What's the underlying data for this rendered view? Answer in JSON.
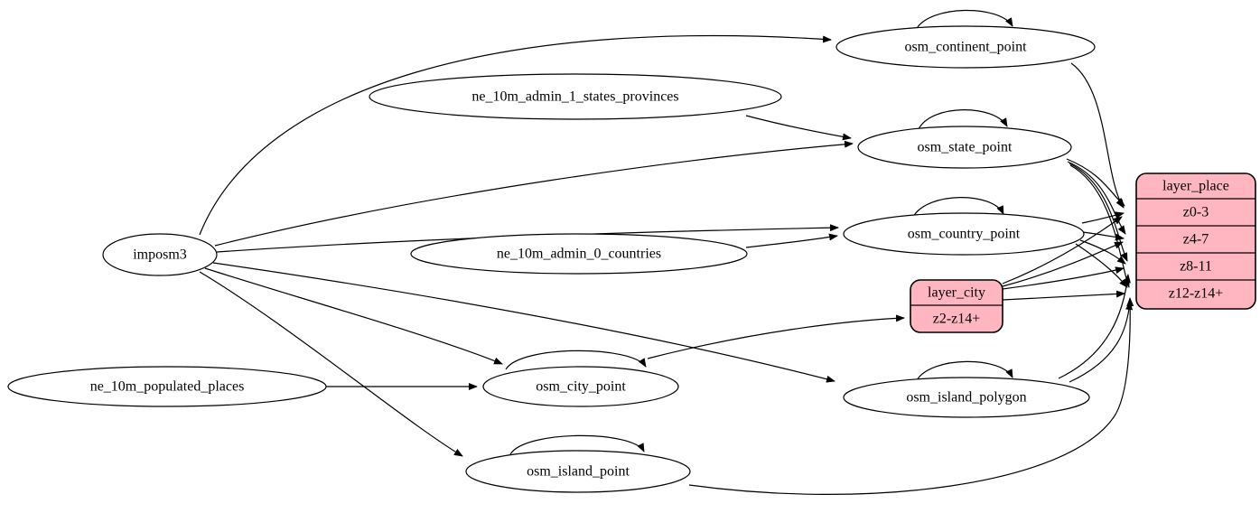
{
  "diagram": {
    "kind": "graphviz-etl-flow",
    "background": "#ffffff",
    "colors": {
      "table_fill": "#ffffff",
      "layer_fill": "#ffb6c1",
      "stroke": "#000000",
      "text": "#000000"
    },
    "nodes": [
      {
        "id": "imposm3",
        "label": "imposm3",
        "type": "source"
      },
      {
        "id": "ne_10m_admin_1_states_provinces",
        "label": "ne_10m_admin_1_states_provinces",
        "type": "source"
      },
      {
        "id": "ne_10m_admin_0_countries",
        "label": "ne_10m_admin_0_countries",
        "type": "source"
      },
      {
        "id": "ne_10m_populated_places",
        "label": "ne_10m_populated_places",
        "type": "source"
      },
      {
        "id": "osm_continent_point",
        "label": "osm_continent_point",
        "type": "table",
        "self_loop": true
      },
      {
        "id": "osm_state_point",
        "label": "osm_state_point",
        "type": "table",
        "self_loop": true
      },
      {
        "id": "osm_country_point",
        "label": "osm_country_point",
        "type": "table",
        "self_loop": true
      },
      {
        "id": "osm_city_point",
        "label": "osm_city_point",
        "type": "table",
        "self_loop": true
      },
      {
        "id": "osm_island_polygon",
        "label": "osm_island_polygon",
        "type": "table",
        "self_loop": true
      },
      {
        "id": "osm_island_point",
        "label": "osm_island_point",
        "type": "table",
        "self_loop": true
      },
      {
        "id": "layer_city",
        "label": "layer_city",
        "type": "layer",
        "rows": [
          "z2-z14+"
        ]
      },
      {
        "id": "layer_place",
        "label": "layer_place",
        "type": "layer",
        "rows": [
          "z0-3",
          "z4-7",
          "z8-11",
          "z12-z14+"
        ]
      }
    ],
    "edges": [
      {
        "from": "imposm3",
        "to": "osm_continent_point"
      },
      {
        "from": "imposm3",
        "to": "osm_state_point"
      },
      {
        "from": "imposm3",
        "to": "osm_country_point"
      },
      {
        "from": "imposm3",
        "to": "osm_city_point"
      },
      {
        "from": "imposm3",
        "to": "osm_island_polygon"
      },
      {
        "from": "imposm3",
        "to": "osm_island_point"
      },
      {
        "from": "ne_10m_admin_1_states_provinces",
        "to": "osm_state_point"
      },
      {
        "from": "ne_10m_admin_0_countries",
        "to": "osm_country_point"
      },
      {
        "from": "ne_10m_populated_places",
        "to": "osm_city_point"
      },
      {
        "from": "osm_continent_point",
        "to": "osm_continent_point"
      },
      {
        "from": "osm_state_point",
        "to": "osm_state_point"
      },
      {
        "from": "osm_country_point",
        "to": "osm_country_point"
      },
      {
        "from": "osm_city_point",
        "to": "osm_city_point"
      },
      {
        "from": "osm_island_polygon",
        "to": "osm_island_polygon"
      },
      {
        "from": "osm_island_point",
        "to": "osm_island_point"
      },
      {
        "from": "osm_city_point",
        "to": "layer_city",
        "to_row": "z2-z14+"
      },
      {
        "from": "osm_continent_point",
        "to": "layer_place",
        "to_row": "z0-3"
      },
      {
        "from": "osm_state_point",
        "to": "layer_place",
        "to_row": "z0-3"
      },
      {
        "from": "osm_state_point",
        "to": "layer_place",
        "to_row": "z4-7"
      },
      {
        "from": "osm_state_point",
        "to": "layer_place",
        "to_row": "z8-11"
      },
      {
        "from": "osm_state_point",
        "to": "layer_place",
        "to_row": "z12-z14+"
      },
      {
        "from": "osm_country_point",
        "to": "layer_place",
        "to_row": "z0-3"
      },
      {
        "from": "osm_country_point",
        "to": "layer_place",
        "to_row": "z4-7"
      },
      {
        "from": "osm_country_point",
        "to": "layer_place",
        "to_row": "z8-11"
      },
      {
        "from": "osm_country_point",
        "to": "layer_place",
        "to_row": "z12-z14+"
      },
      {
        "from": "layer_city",
        "to": "layer_place",
        "to_row": "z0-3"
      },
      {
        "from": "layer_city",
        "to": "layer_place",
        "to_row": "z4-7"
      },
      {
        "from": "layer_city",
        "to": "layer_place",
        "to_row": "z8-11"
      },
      {
        "from": "layer_city",
        "to": "layer_place",
        "to_row": "z12-z14+"
      },
      {
        "from": "osm_island_polygon",
        "to": "layer_place",
        "to_row": "z8-11"
      },
      {
        "from": "osm_island_polygon",
        "to": "layer_place",
        "to_row": "z12-z14+"
      },
      {
        "from": "osm_island_point",
        "to": "layer_place",
        "to_row": "z12-z14+"
      }
    ]
  }
}
